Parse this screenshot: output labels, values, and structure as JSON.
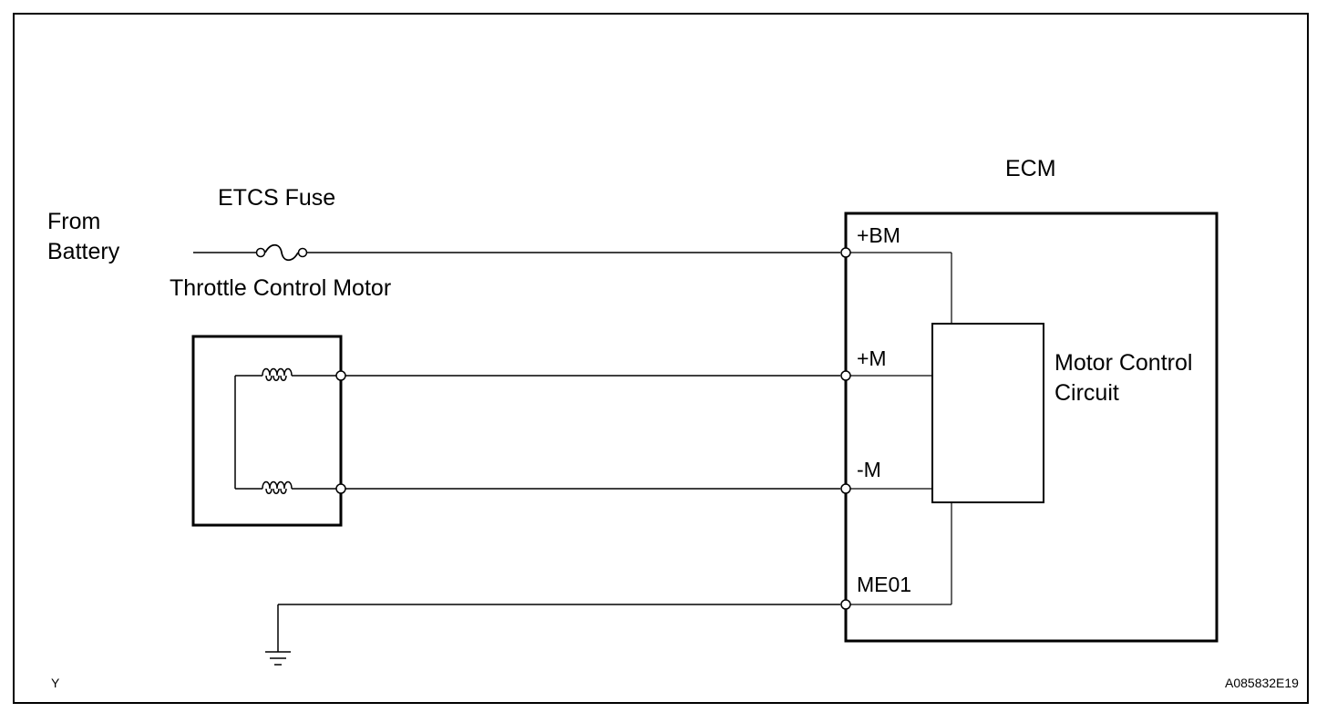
{
  "labels": {
    "from_battery": [
      "From",
      "Battery"
    ],
    "fuse": "ETCS Fuse",
    "motor": "Throttle Control Motor",
    "ecm": "ECM",
    "circuit": [
      "Motor Control",
      "Circuit"
    ],
    "corner_left": "Y",
    "code": "A085832E19"
  },
  "pins": {
    "bm": "+BM",
    "pm": "+M",
    "mm": "-M",
    "me01": "ME01"
  },
  "colors": {
    "line": "#000000",
    "background": "#ffffff"
  }
}
